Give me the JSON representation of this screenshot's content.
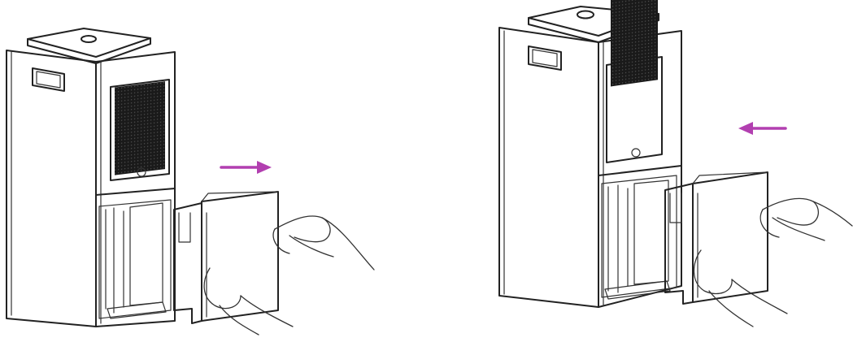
{
  "figure": {
    "panels": [
      {
        "step": "remove",
        "arrow_direction": "right"
      },
      {
        "step": "insert",
        "arrow_direction": "left"
      }
    ],
    "colors": {
      "line": "#222222",
      "arrow": "#b23fb0",
      "filter": "#1a1a1a",
      "background": "#ffffff"
    }
  }
}
